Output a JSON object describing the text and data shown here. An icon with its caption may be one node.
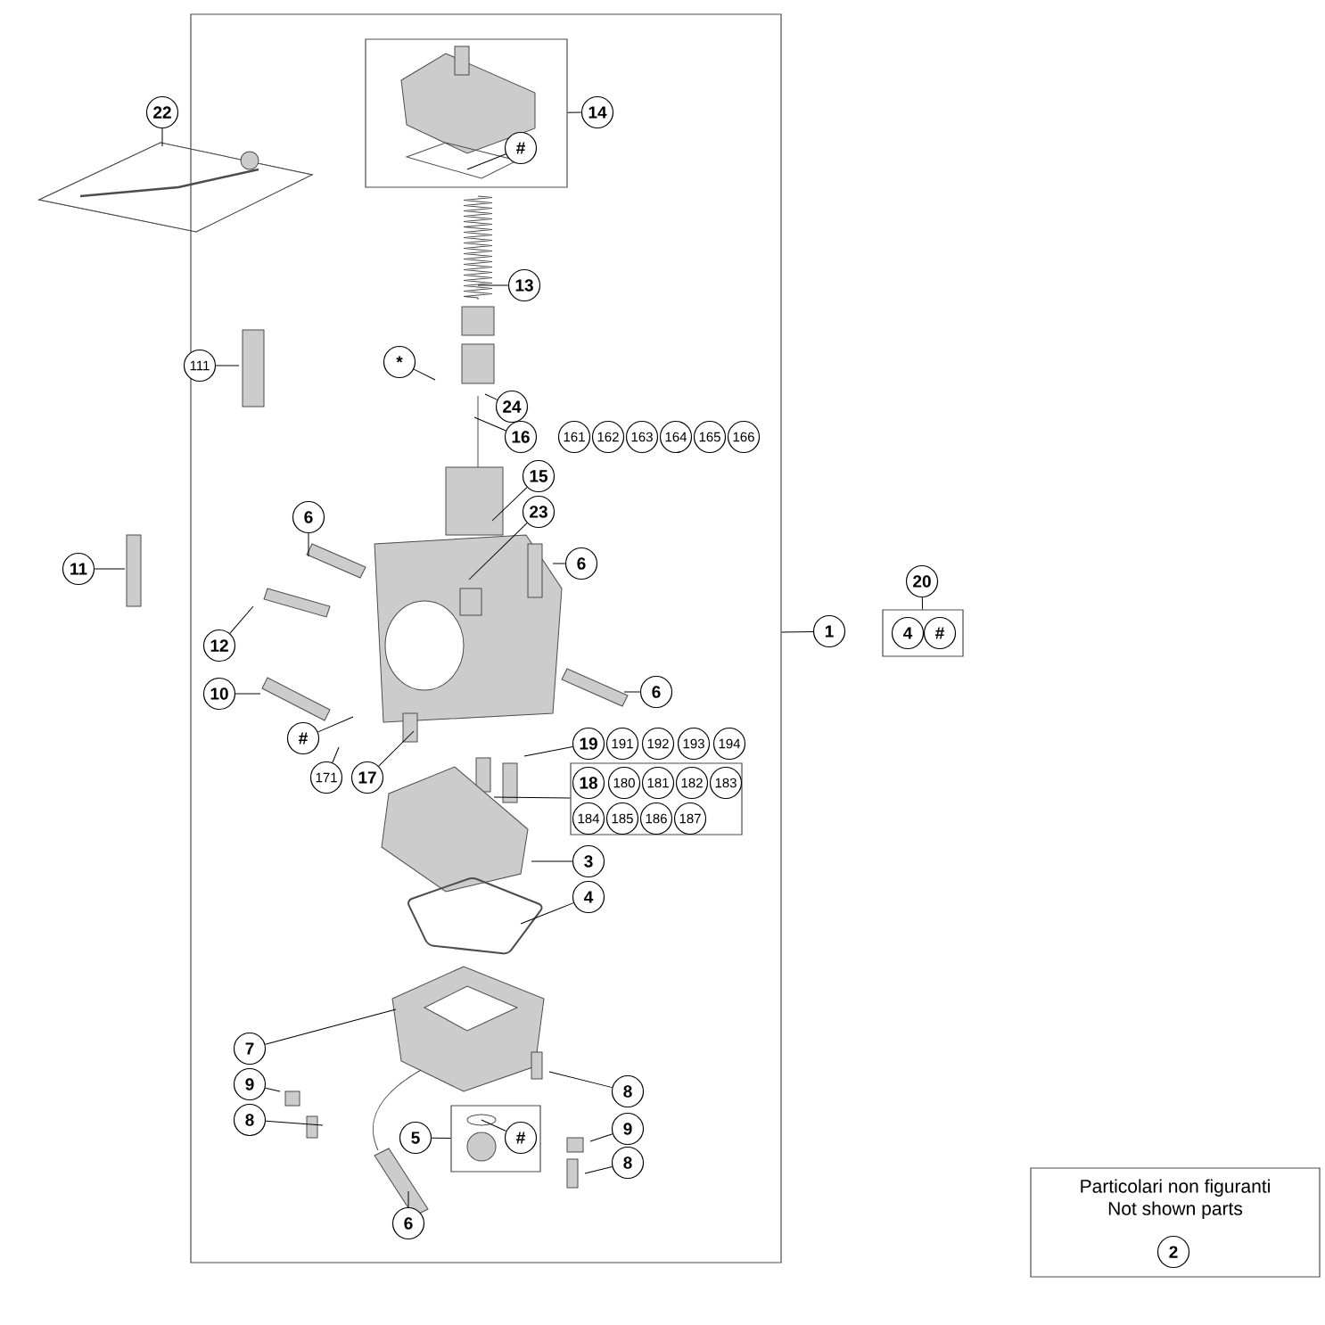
{
  "diagram": {
    "nodes": [
      {
        "text": [],
        "shape": "box"
      },
      {
        "text": [],
        "shape": "box",
        "in": 0
      },
      {
        "text": [
          "#"
        ],
        "in": 1
      },
      {
        "text": [
          "14"
        ],
        "in": 0
      },
      {
        "text": [
          "22"
        ]
      },
      {
        "text": [
          "13"
        ],
        "in": 0
      },
      {
        "text": [
          "*"
        ],
        "in": 0
      },
      {
        "text": [
          "24"
        ],
        "in": 0
      },
      {
        "text": [
          "16"
        ],
        "in": 0
      },
      {
        "text": [
          "161"
        ],
        "in": 0
      },
      {
        "text": [
          "162"
        ],
        "in": 0
      },
      {
        "text": [
          "163"
        ],
        "in": 0
      },
      {
        "text": [
          "164"
        ],
        "in": 0
      },
      {
        "text": [
          "165"
        ],
        "in": 0
      },
      {
        "text": [
          "166"
        ],
        "in": 0
      },
      {
        "text": [
          "111"
        ]
      },
      {
        "text": [
          "15"
        ],
        "in": 0
      },
      {
        "text": [
          "23"
        ],
        "in": 0
      },
      {
        "text": [
          "6"
        ],
        "in": 0
      },
      {
        "text": [
          "6"
        ],
        "in": 0
      },
      {
        "text": [
          "11"
        ]
      },
      {
        "text": [
          "12"
        ],
        "in": 0
      },
      {
        "text": [
          "1"
        ]
      },
      {
        "text": [
          "20"
        ]
      },
      {
        "text": [],
        "shape": "box"
      },
      {
        "text": [
          "4"
        ],
        "in": 24
      },
      {
        "text": [
          "#"
        ],
        "in": 24
      },
      {
        "text": [
          "10"
        ],
        "in": 0
      },
      {
        "text": [
          "6"
        ],
        "in": 0
      },
      {
        "text": [
          "#"
        ],
        "in": 0
      },
      {
        "text": [
          "19"
        ],
        "in": 0
      },
      {
        "text": [
          "191"
        ],
        "in": 0
      },
      {
        "text": [
          "192"
        ],
        "in": 0
      },
      {
        "text": [
          "193"
        ],
        "in": 0
      },
      {
        "text": [
          "194"
        ],
        "in": 0
      },
      {
        "text": [],
        "shape": "box",
        "in": 0
      },
      {
        "text": [
          "18"
        ],
        "in": 35
      },
      {
        "text": [
          "180"
        ],
        "in": 35
      },
      {
        "text": [
          "181"
        ],
        "in": 35
      },
      {
        "text": [
          "182"
        ],
        "in": 35
      },
      {
        "text": [
          "183"
        ],
        "in": 35
      },
      {
        "text": [
          "184"
        ],
        "in": 35
      },
      {
        "text": [
          "185"
        ],
        "in": 35
      },
      {
        "text": [
          "186"
        ],
        "in": 35
      },
      {
        "text": [
          "187"
        ],
        "in": 35
      },
      {
        "text": [
          "171"
        ],
        "in": 0
      },
      {
        "text": [
          "17"
        ],
        "in": 0
      },
      {
        "text": [
          "3"
        ],
        "in": 0
      },
      {
        "text": [
          "4"
        ],
        "in": 0
      },
      {
        "text": [
          "7"
        ],
        "in": 0
      },
      {
        "text": [
          "9"
        ],
        "in": 0
      },
      {
        "text": [
          "8"
        ],
        "in": 0
      },
      {
        "text": [
          "8"
        ],
        "in": 0
      },
      {
        "text": [
          "9"
        ],
        "in": 0
      },
      {
        "text": [],
        "shape": "box",
        "in": 0
      },
      {
        "text": [
          "5"
        ],
        "in": 0
      },
      {
        "text": [
          "#"
        ],
        "in": 54
      },
      {
        "text": [
          "8"
        ],
        "in": 0
      },
      {
        "text": [
          "6"
        ],
        "in": 0
      },
      {
        "text": [
          "Particolari non figuranti",
          "Not shown parts"
        ]
      },
      {
        "text": [
          "2"
        ],
        "in": 59
      }
    ],
    "edges": [
      {
        "from": 0,
        "to": 22,
        "arrow": "none"
      },
      {
        "from": 1,
        "to": 3,
        "arrow": "none"
      },
      {
        "from": 2,
        "to": null,
        "arrow": "none"
      },
      {
        "from": 4,
        "to": null,
        "arrow": "none"
      },
      {
        "from": 5,
        "to": null,
        "arrow": "none"
      },
      {
        "from": 6,
        "to": null,
        "arrow": "none"
      },
      {
        "from": 7,
        "to": null,
        "arrow": "none"
      },
      {
        "from": 8,
        "to": null,
        "arrow": "none"
      },
      {
        "from": 15,
        "to": null,
        "arrow": "none"
      },
      {
        "from": 16,
        "to": null,
        "arrow": "none"
      },
      {
        "from": 17,
        "to": null,
        "arrow": "none"
      },
      {
        "from": 18,
        "to": null,
        "arrow": "none"
      },
      {
        "from": 19,
        "to": null,
        "arrow": "none"
      },
      {
        "from": 20,
        "to": null,
        "arrow": "none"
      },
      {
        "from": 21,
        "to": null,
        "arrow": "none"
      },
      {
        "from": 23,
        "to": 24,
        "arrow": "none"
      },
      {
        "from": 27,
        "to": null,
        "arrow": "none"
      },
      {
        "from": 28,
        "to": null,
        "arrow": "none"
      },
      {
        "from": 29,
        "to": null,
        "arrow": "none"
      },
      {
        "from": 30,
        "to": null,
        "arrow": "none"
      },
      {
        "from": 35,
        "to": null,
        "arrow": "none"
      },
      {
        "from": 45,
        "to": null,
        "arrow": "none"
      },
      {
        "from": 46,
        "to": null,
        "arrow": "none"
      },
      {
        "from": 47,
        "to": null,
        "arrow": "none"
      },
      {
        "from": 48,
        "to": null,
        "arrow": "none"
      },
      {
        "from": 49,
        "to": null,
        "arrow": "none"
      },
      {
        "from": 50,
        "to": null,
        "arrow": "none"
      },
      {
        "from": 51,
        "to": null,
        "arrow": "none"
      },
      {
        "from": 52,
        "to": null,
        "arrow": "none"
      },
      {
        "from": 53,
        "to": null,
        "arrow": "none"
      },
      {
        "from": 55,
        "to": 54,
        "arrow": "none"
      },
      {
        "from": 56,
        "to": null,
        "arrow": "none"
      },
      {
        "from": 57,
        "to": null,
        "arrow": "none"
      },
      {
        "from": 58,
        "to": null,
        "arrow": "none"
      }
    ]
  }
}
